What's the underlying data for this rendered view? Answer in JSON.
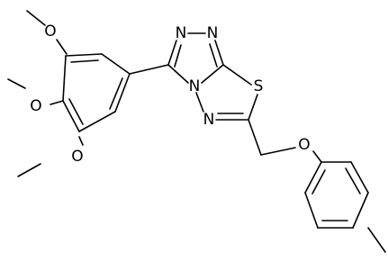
{
  "molecule": {
    "atom_labels": {
      "o_top": "O",
      "o_middle": "O",
      "o_lower": "O",
      "n_triazole_left": "N",
      "n_triazole_right": "N",
      "n_bridge": "N",
      "n_thiadiazole": "N",
      "s_thiadiazole": "S",
      "o_ether": "O"
    }
  }
}
